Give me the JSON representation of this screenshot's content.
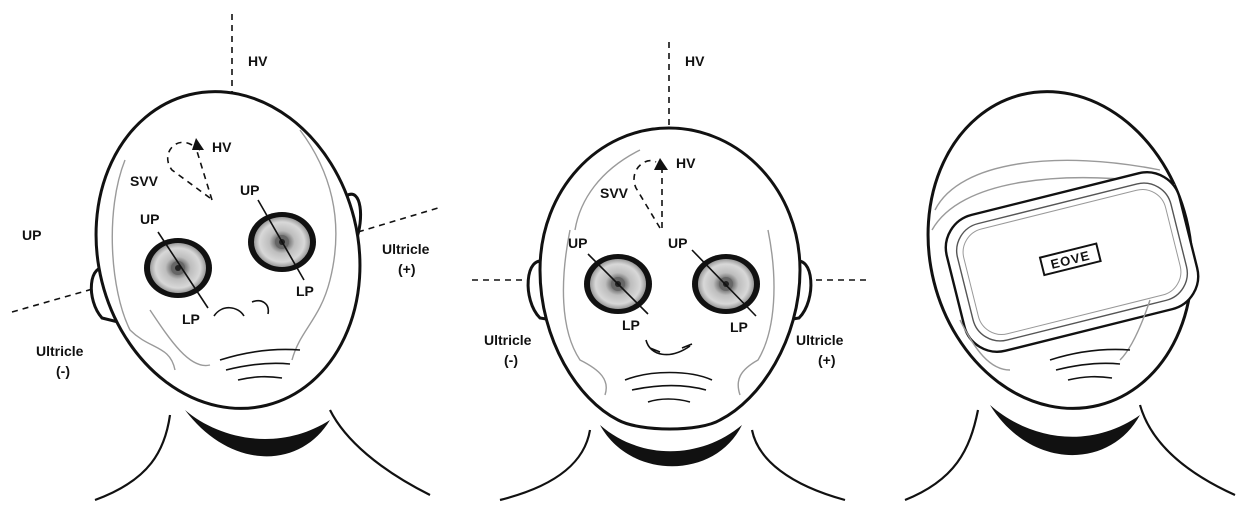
{
  "panel_left": {
    "hv_top": "HV",
    "hv_rotation": "HV",
    "svv": "SVV",
    "up_outer": "UP",
    "up_left_eye": "UP",
    "up_right_eye": "UP",
    "lp_left_eye": "LP",
    "lp_right_eye": "LP",
    "utricle_pos_line1": "Ultricle",
    "utricle_pos_line2": "(+)",
    "utricle_neg_line1": "Ultricle",
    "utricle_neg_line2": "(-)"
  },
  "panel_center": {
    "hv_top": "HV",
    "hv_rotation": "HV",
    "svv": "SVV",
    "up_left_eye": "UP",
    "up_right_eye": "UP",
    "lp_left_eye": "LP",
    "lp_right_eye": "LP",
    "utricle_neg_line1": "Ultricle",
    "utricle_neg_line2": "(-)",
    "utricle_pos_line1": "Ultricle",
    "utricle_pos_line2": "(+)"
  },
  "panel_right": {
    "goggle_logo": "EOVE"
  }
}
